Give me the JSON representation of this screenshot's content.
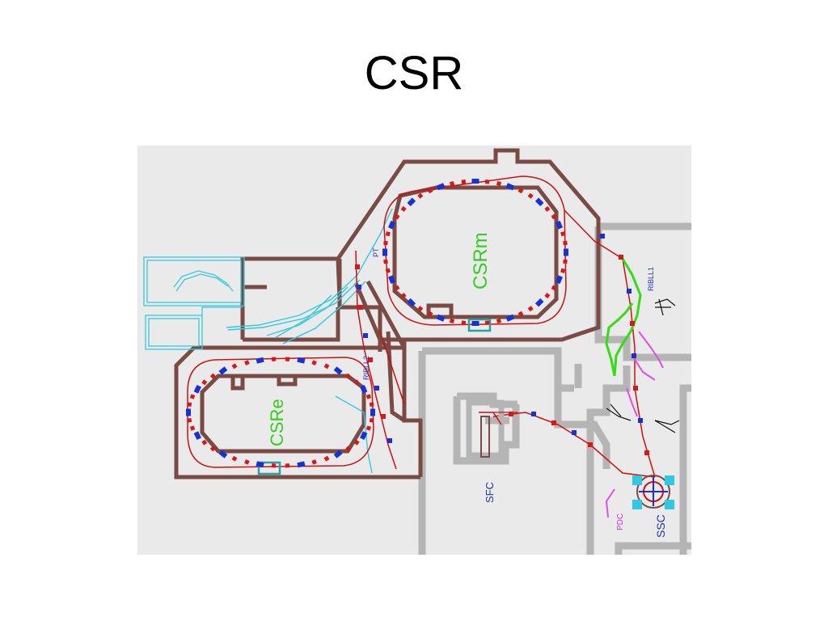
{
  "slide": {
    "title": "CSR"
  },
  "diagram": {
    "labels": {
      "csrm": "CSRm",
      "csre": "CSRe",
      "sfc": "SFC",
      "ssc": "SSC",
      "pdc": "PDC",
      "rib1": "RIBLL1",
      "rib2": "RIBLL2",
      "pt": "PT"
    },
    "colors": {
      "wall": "#7a4a44",
      "floor": "#eaeaea",
      "grey_wall": "#b5b5b5",
      "beamline": "#cc1010",
      "dipole": "#1a2fd6",
      "quad": "#d81818",
      "cyan_line": "#32c8e0",
      "green_line": "#33dd11",
      "magenta_line": "#e050e0",
      "label_green": "#33cc22",
      "label_blue": "#2233aa",
      "label_magenta": "#cc33cc",
      "teal_device": "#2aa0a0"
    }
  }
}
